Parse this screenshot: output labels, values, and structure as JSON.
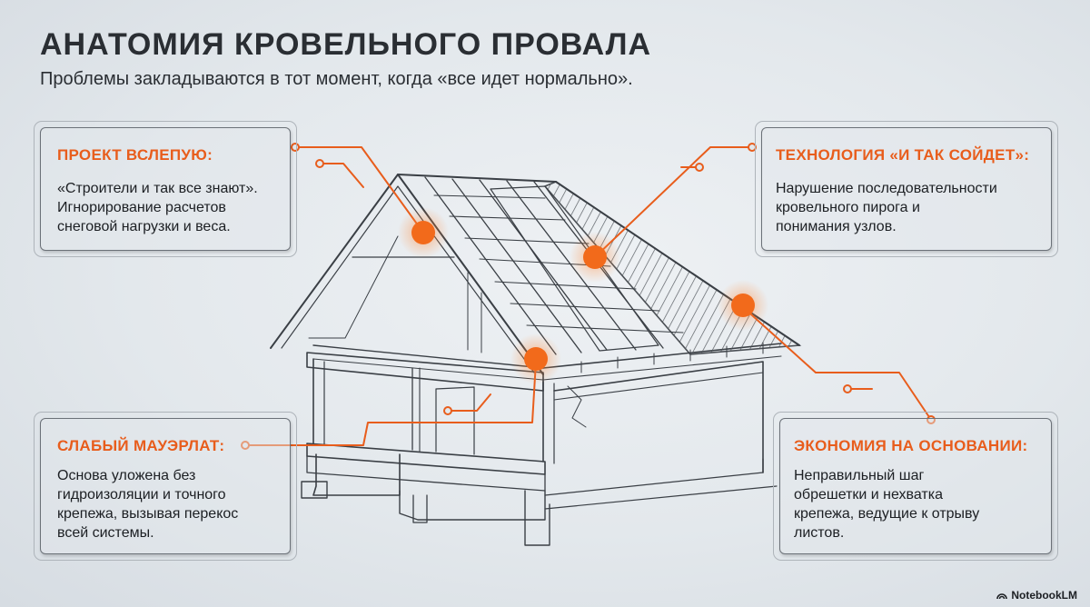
{
  "title": "АНАТОМИЯ КРОВЕЛЬНОГО ПРОВАЛА",
  "subtitle": "Проблемы закладываются в тот момент, когда «все идет нормально».",
  "callouts": [
    {
      "title": "ПРОЕКТ ВСЛЕПУЮ:",
      "lines": [
        "«Строители и так все знают».",
        "Игнорирование расчетов",
        "снеговой нагрузки и веса."
      ]
    },
    {
      "title": "ТЕХНОЛОГИЯ «И ТАК СОЙДЕТ»:",
      "lines": [
        "Нарушение последовательности",
        "кровельного пирога и",
        "понимания узлов."
      ]
    },
    {
      "title": "СЛАБЫЙ МАУЭРЛАТ:",
      "lines": [
        "Основа уложена без",
        "гидроизоляции и точного",
        "крепежа, вызывая перекос",
        "всей системы."
      ]
    },
    {
      "title": "ЭКОНОМИЯ НА ОСНОВАНИИ:",
      "lines": [
        "Неправильный шаг",
        "обрешетки и нехватка",
        "крепежа, ведущие к отрыву",
        "листов."
      ]
    }
  ],
  "colors": {
    "accent": "#e85d1c",
    "hotspot": "#f26a1b",
    "line": "#3a3f45",
    "background": "#e3e8ec"
  },
  "watermark": "NotebookLM"
}
